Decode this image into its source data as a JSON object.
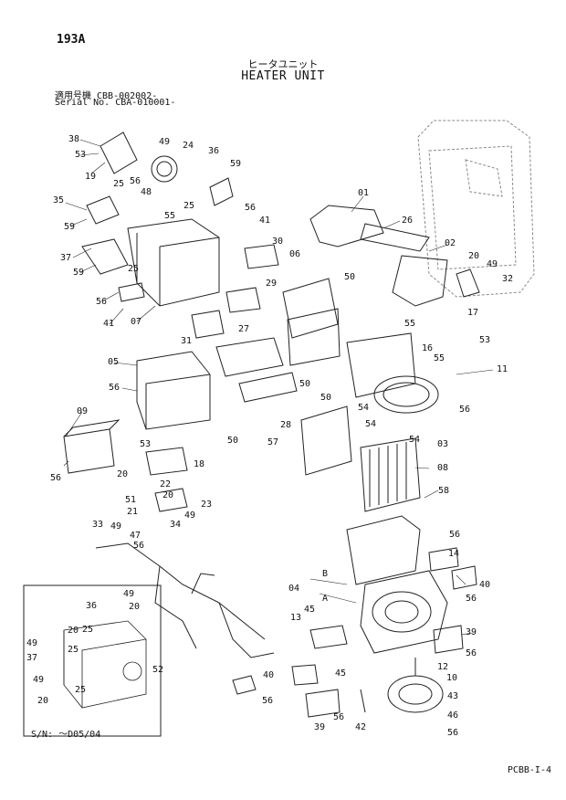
{
  "header": {
    "page_number": "193A",
    "title_japanese": "ヒータユニット",
    "title_english": "HEATER UNIT",
    "serial_lines": [
      "適用号機  CBB-002002-",
      "Serial No. CBA-010001-"
    ]
  },
  "callouts": [
    "38",
    "53",
    "19",
    "49",
    "56",
    "48",
    "24",
    "36",
    "59",
    "35",
    "25",
    "59",
    "56",
    "55",
    "25",
    "41",
    "37",
    "59",
    "30",
    "25",
    "56",
    "29",
    "41",
    "07",
    "31",
    "27",
    "05",
    "56",
    "09",
    "53",
    "18",
    "22",
    "20",
    "56",
    "33",
    "49",
    "21",
    "47",
    "34",
    "23",
    "49",
    "56",
    "20",
    "51",
    "01",
    "26",
    "02",
    "20",
    "49",
    "32",
    "06",
    "50",
    "17",
    "55",
    "16",
    "55",
    "53",
    "11",
    "50",
    "50",
    "56",
    "54",
    "54",
    "54",
    "03",
    "57",
    "08",
    "58",
    "56",
    "14",
    "04",
    "B",
    "A",
    "40",
    "56",
    "13",
    "39",
    "12",
    "56",
    "45",
    "10",
    "52",
    "40",
    "56",
    "39",
    "56",
    "42",
    "43",
    "46",
    "56",
    "50",
    "28",
    "45",
    "36",
    "20",
    "25",
    "49",
    "37",
    "20",
    "49",
    "25",
    "20",
    "49",
    "25"
  ],
  "inset": {
    "serial_note": "S/N: ～D05/04"
  },
  "footer": {
    "code": "PCBB-I-4"
  }
}
